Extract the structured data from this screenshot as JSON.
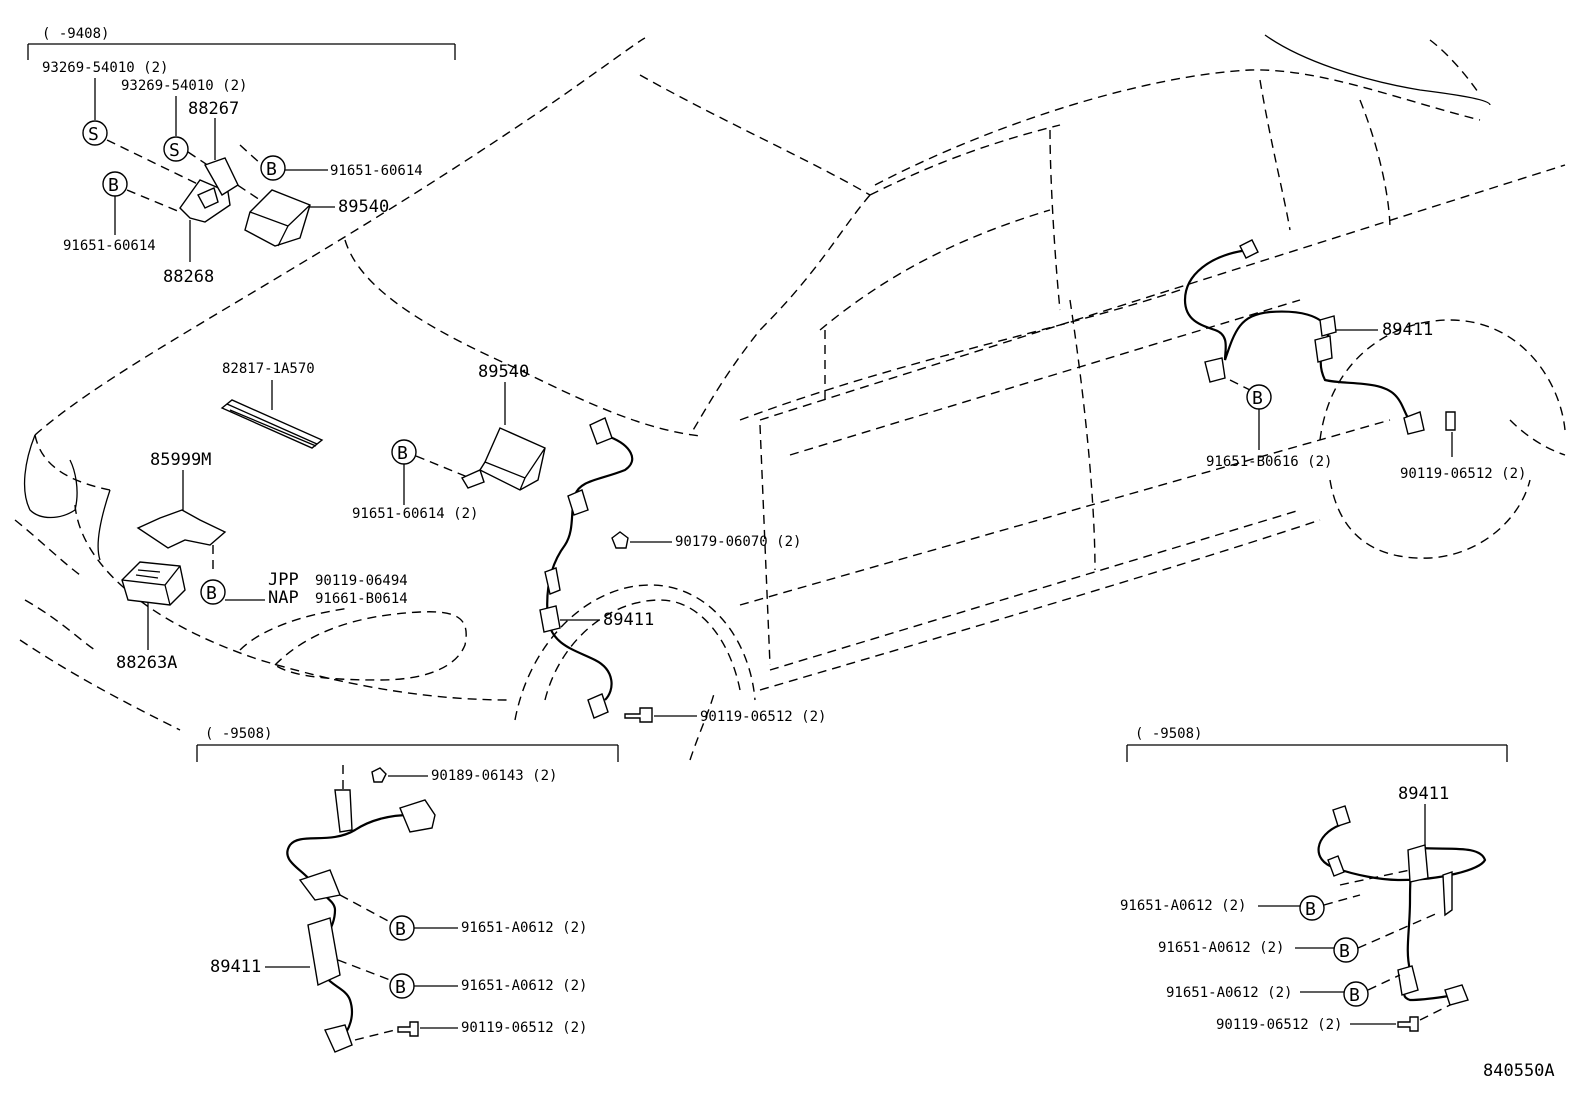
{
  "diagram_code": "840550A",
  "groups": {
    "top_left": "(      -9408)",
    "bottom_left": "(      -9508)",
    "bottom_right": "(      -9508)"
  },
  "labels": {
    "p93269a": "93269-54010 (2)",
    "p93269b": "93269-54010 (2)",
    "p88267": "88267",
    "p91651_tl1": "91651-60614",
    "p89540_tl": "89540",
    "p91651_tl2": "91651-60614",
    "p88268": "88268",
    "p82817": "82817-1A570",
    "p89540_mid": "89540",
    "p85999": "85999M",
    "p91651_mid": "91651-60614 (2)",
    "jpp": "JPP",
    "nap": "NAP",
    "p90119_jpp": "90119-06494",
    "p91661_nap": "91661-B0614",
    "p88263": "88263A",
    "p90179": "90179-06070 (2)",
    "p89411_fr": "89411",
    "p90119_fr": "90119-06512 (2)",
    "p89411_rr": "89411",
    "p91651_rr": "91651-B0616 (2)",
    "p90119_rr": "90119-06512 (2)",
    "p90189_bl": "90189-06143 (2)",
    "p91651_bl1": "91651-A0612 (2)",
    "p89411_bl": "89411",
    "p91651_bl2": "91651-A0612 (2)",
    "p90119_bl": "90119-06512 (2)",
    "p89411_br": "89411",
    "p91651_br1": "91651-A0612 (2)",
    "p91651_br2": "91651-A0612 (2)",
    "p91651_br3": "91651-A0612 (2)",
    "p90119_br": "90119-06512 (2)"
  },
  "symbols": {
    "screw": "S",
    "bolt": "B"
  }
}
